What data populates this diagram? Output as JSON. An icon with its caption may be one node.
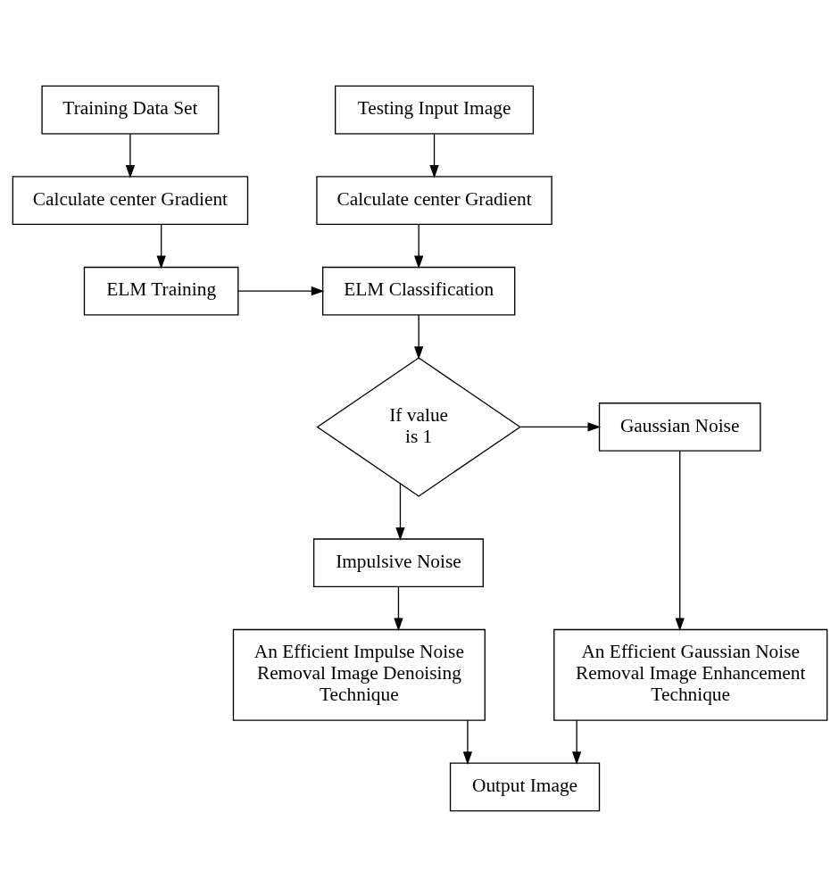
{
  "diagram": {
    "nodes": [
      {
        "text": [
          "Training Data Set"
        ]
      },
      {
        "text": [
          "Calculate center Gradient"
        ]
      },
      {
        "text": [
          "ELM Training"
        ]
      },
      {
        "text": [
          "Testing Input Image"
        ]
      },
      {
        "text": [
          "Calculate center Gradient"
        ]
      },
      {
        "text": [
          "ELM Classification"
        ]
      },
      {
        "text": [
          "If value is 1"
        ]
      },
      {
        "text": [
          "Gaussian Noise"
        ]
      },
      {
        "text": [
          "An Efficient Gaussian Noise Removal Image Enhancement Technique"
        ]
      },
      {
        "text": [
          "Impulsive Noise"
        ]
      },
      {
        "text": [
          "An Efficient Impulse Noise Removal Image Denoising Technique"
        ]
      },
      {
        "text": [
          "Output Image"
        ]
      }
    ],
    "edges": [
      {
        "from": 0,
        "to": 1,
        "arrow": "to"
      },
      {
        "from": 1,
        "to": 2,
        "arrow": "to"
      },
      {
        "from": 3,
        "to": 4,
        "arrow": "to"
      },
      {
        "from": 4,
        "to": 5,
        "arrow": "to"
      },
      {
        "from": 2,
        "to": 5,
        "arrow": "to"
      },
      {
        "from": 5,
        "to": 6,
        "arrow": "to"
      },
      {
        "from": 6,
        "to": 7,
        "arrow": "to"
      },
      {
        "from": 7,
        "to": 8,
        "arrow": "to"
      },
      {
        "from": 6,
        "to": 9,
        "arrow": "to"
      },
      {
        "from": 9,
        "to": 10,
        "arrow": "to"
      },
      {
        "from": 8,
        "to": 11,
        "arrow": "to"
      },
      {
        "from": 10,
        "to": 11,
        "arrow": "to"
      }
    ]
  }
}
